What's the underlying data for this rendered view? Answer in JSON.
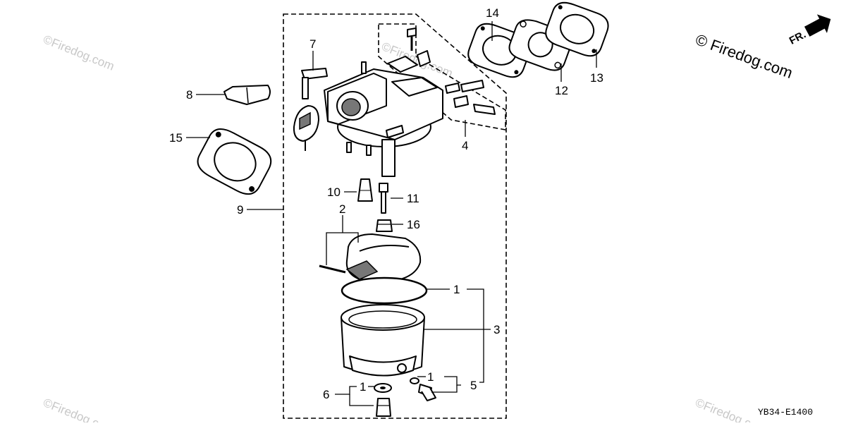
{
  "diagram": {
    "callouts": {
      "c1a": "1",
      "c1b": "1",
      "c1c": "1",
      "c2": "2",
      "c3": "3",
      "c4": "4",
      "c5": "5",
      "c6": "6",
      "c7": "7",
      "c8": "8",
      "c9": "9",
      "c10": "10",
      "c11": "11",
      "c12": "12",
      "c13": "13",
      "c14": "14",
      "c15": "15",
      "c16": "16"
    },
    "watermark_main": "© Firedog.com",
    "watermark_faint": "©Firedog.com",
    "direction_label": "FR.",
    "diagram_code": "YB34-E1400"
  }
}
